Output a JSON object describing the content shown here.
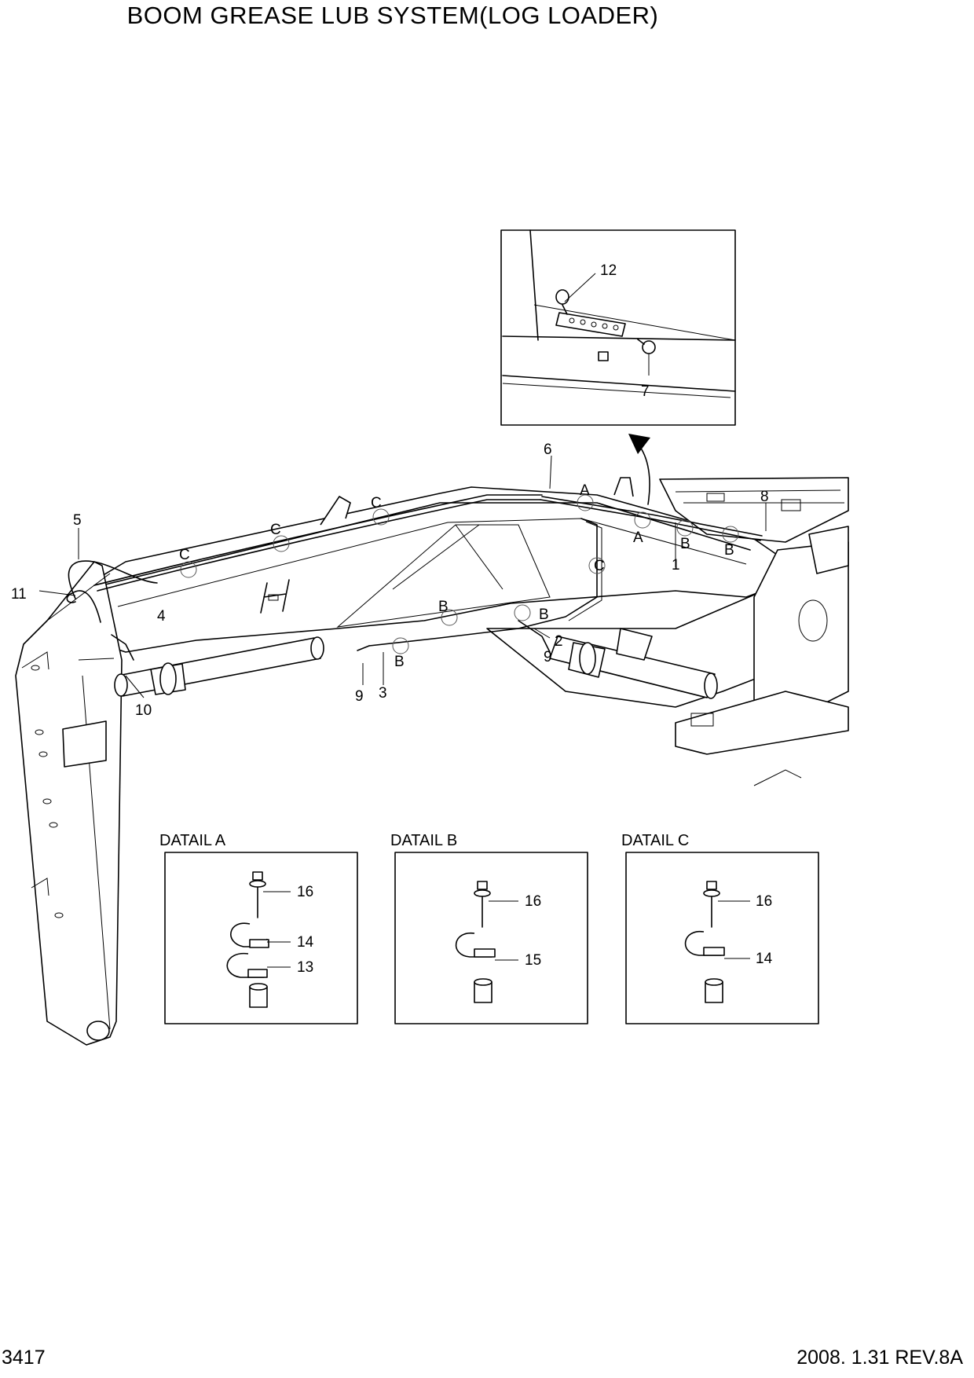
{
  "title": "BOOM GREASE LUB SYSTEM(LOG LOADER)",
  "page_number": "3417",
  "revision": "2008. 1.31  REV.8A",
  "callouts": {
    "n1": "1",
    "n2": "2",
    "n3": "3",
    "n4": "4",
    "n5": "5",
    "n6": "6",
    "n7": "7",
    "n8": "8",
    "n9a": "9",
    "n9b": "9",
    "n10": "10",
    "n11": "11",
    "n12": "12"
  },
  "detail_refs": {
    "a1": "A",
    "a2": "A",
    "b1": "B",
    "b2": "B",
    "b3": "B",
    "b4": "B",
    "b5": "B",
    "c1": "C",
    "c2": "C",
    "c3": "C",
    "c4": "C"
  },
  "details": {
    "a": {
      "title": "DATAIL A",
      "p1": "16",
      "p2": "14",
      "p3": "13"
    },
    "b": {
      "title": "DATAIL B",
      "p1": "16",
      "p2": "15"
    },
    "c": {
      "title": "DATAIL C",
      "p1": "16",
      "p2": "14"
    }
  }
}
